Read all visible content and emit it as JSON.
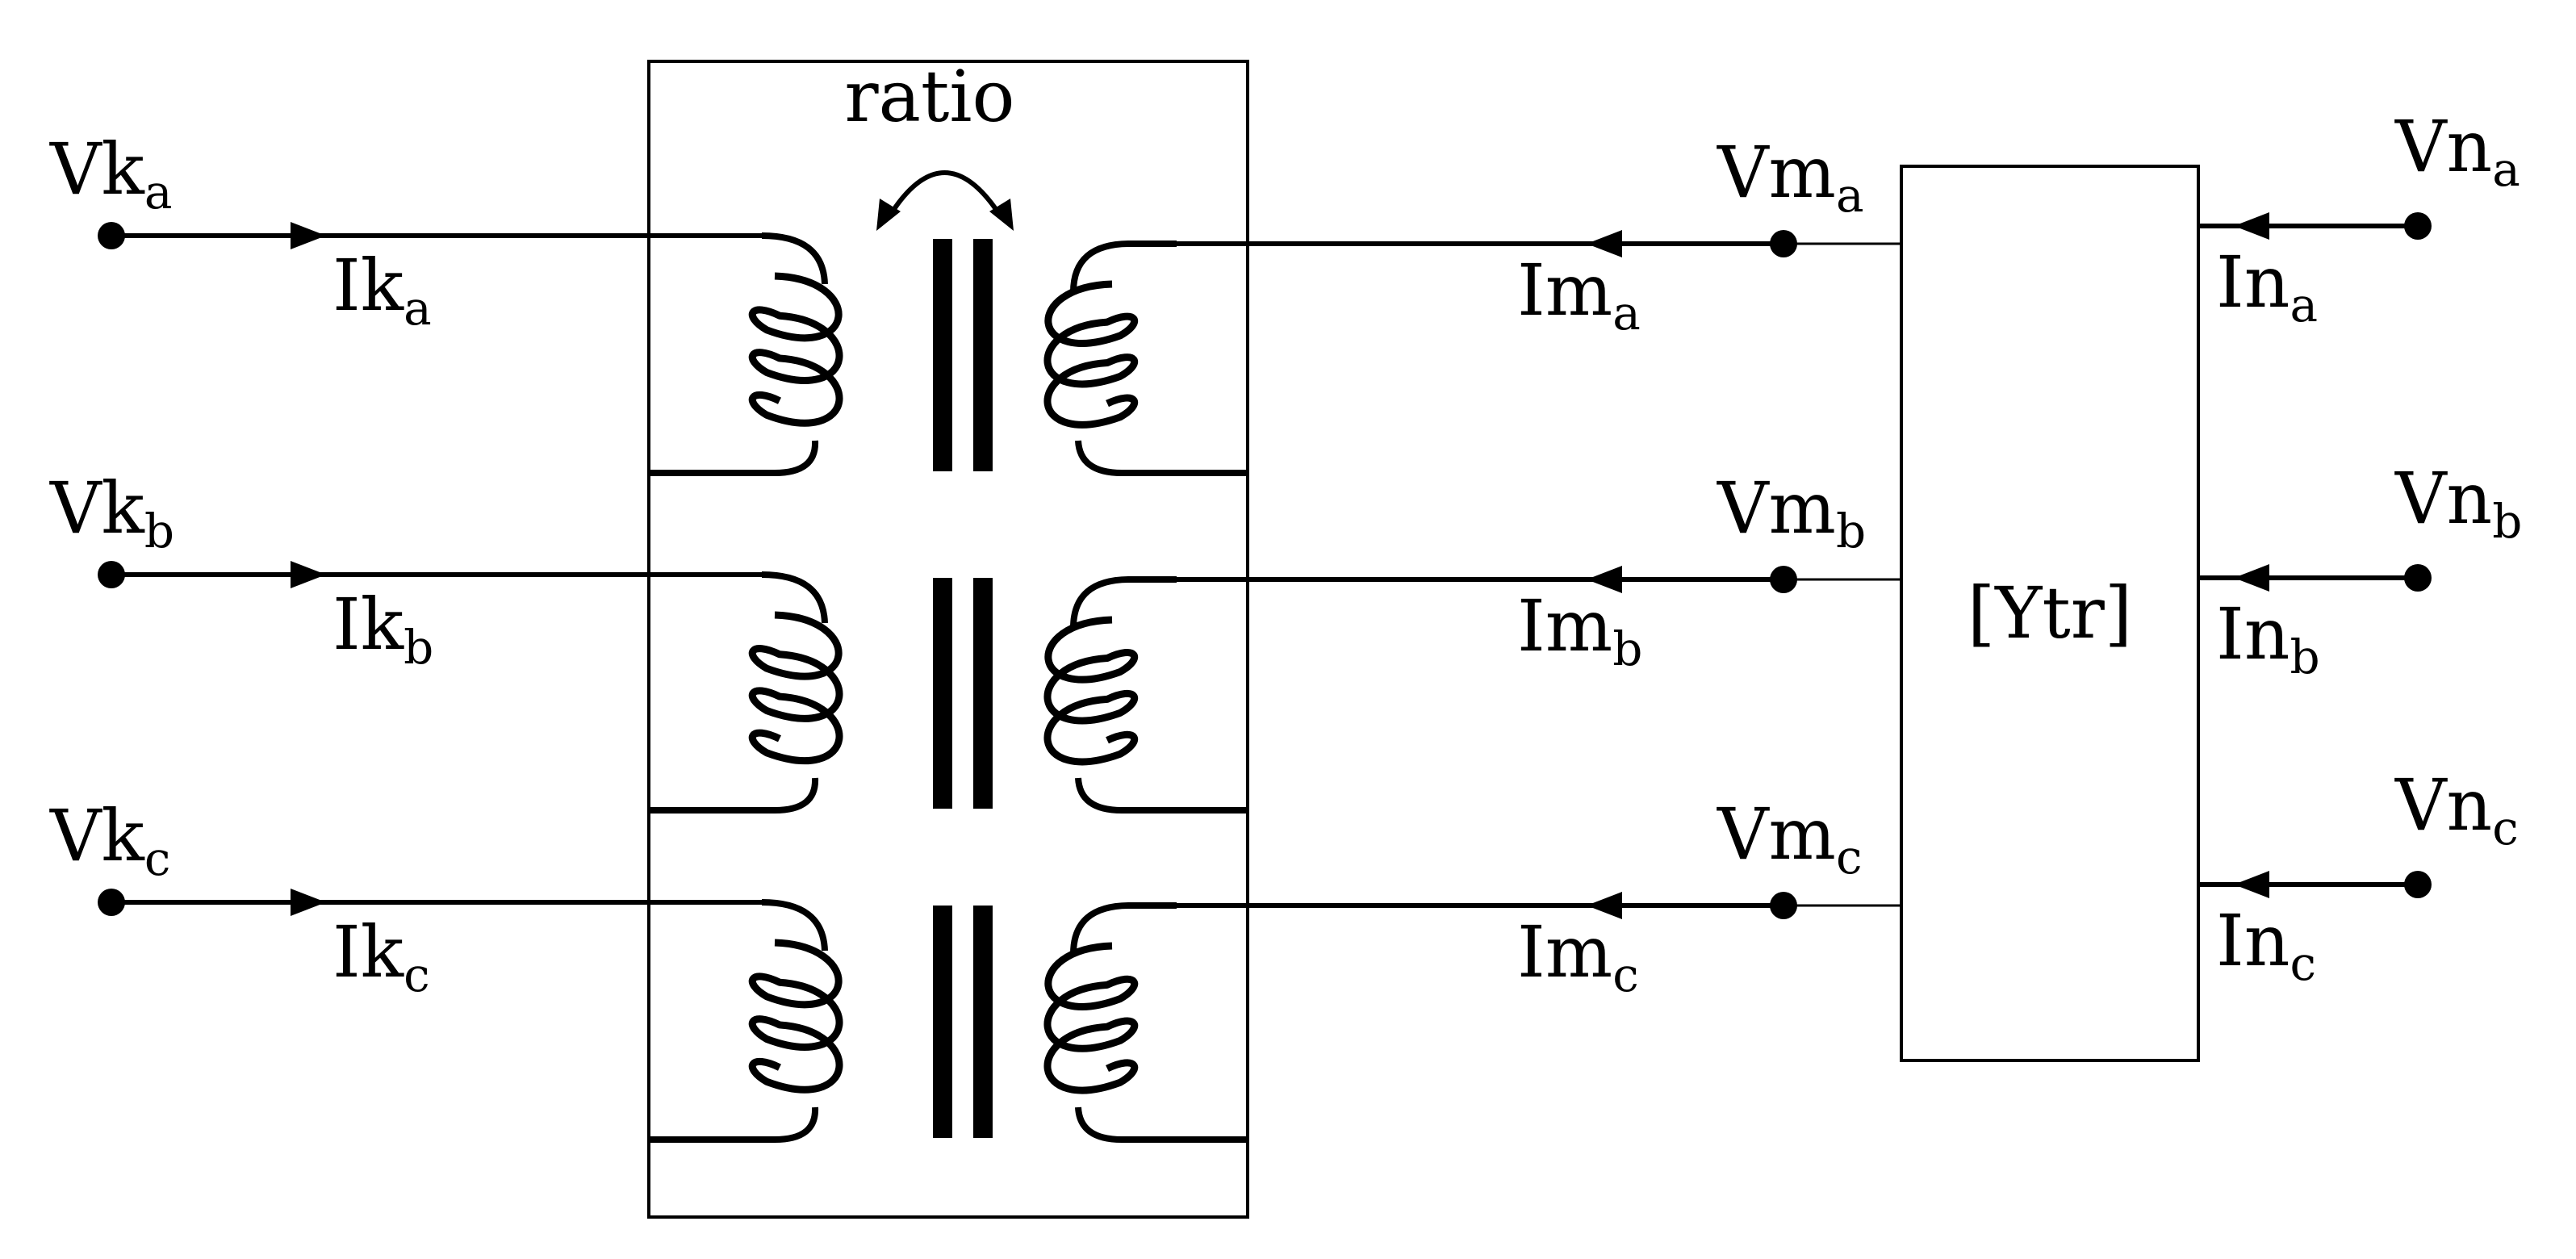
{
  "ratio_label": "ratio",
  "ytr_label": "[Ytr]",
  "phases": [
    {
      "vk": {
        "base": "Vk",
        "sub": "a"
      },
      "ik": {
        "base": "Ik",
        "sub": "a"
      },
      "vm": {
        "base": "Vm",
        "sub": "a"
      },
      "im": {
        "base": "Im",
        "sub": "a"
      },
      "vn": {
        "base": "Vn",
        "sub": "a"
      },
      "in": {
        "base": "In",
        "sub": "a"
      }
    },
    {
      "vk": {
        "base": "Vk",
        "sub": "b"
      },
      "ik": {
        "base": "Ik",
        "sub": "b"
      },
      "vm": {
        "base": "Vm",
        "sub": "b"
      },
      "im": {
        "base": "Im",
        "sub": "b"
      },
      "vn": {
        "base": "Vn",
        "sub": "b"
      },
      "in": {
        "base": "In",
        "sub": "b"
      }
    },
    {
      "vk": {
        "base": "Vk",
        "sub": "c"
      },
      "ik": {
        "base": "Ik",
        "sub": "c"
      },
      "vm": {
        "base": "Vm",
        "sub": "c"
      },
      "im": {
        "base": "Im",
        "sub": "c"
      },
      "vn": {
        "base": "Vn",
        "sub": "c"
      },
      "in": {
        "base": "In",
        "sub": "c"
      }
    }
  ]
}
